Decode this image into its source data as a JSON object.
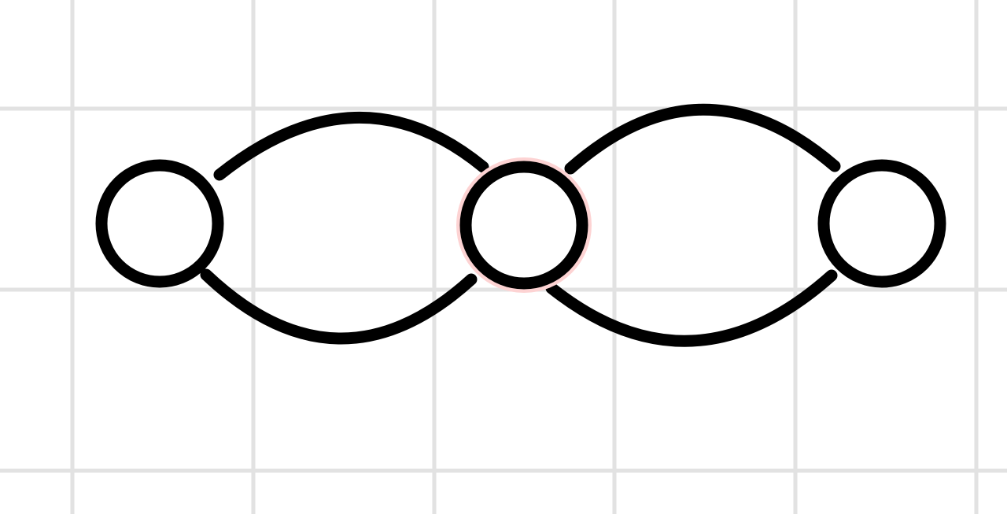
{
  "diagram": {
    "colors": {
      "background": "#ffffff",
      "grid": "#e2e2e2",
      "stroke": "#000000",
      "node_fill": "#ffffff",
      "highlight_fill": "#fdc6c6",
      "highlight_halo": "#fdd3d3"
    },
    "nodes": [
      {
        "id": "node-left",
        "highlighted": false
      },
      {
        "id": "node-center",
        "highlighted": true
      },
      {
        "id": "node-right",
        "highlighted": false
      }
    ],
    "edges": [
      {
        "id": "edge-left-center-upper",
        "from": "node-left",
        "to": "node-center"
      },
      {
        "id": "edge-left-center-lower",
        "from": "node-left",
        "to": "node-center"
      },
      {
        "id": "edge-center-right-upper",
        "from": "node-center",
        "to": "node-right"
      },
      {
        "id": "edge-center-right-lower",
        "from": "node-center",
        "to": "node-right"
      }
    ],
    "grid": true
  }
}
